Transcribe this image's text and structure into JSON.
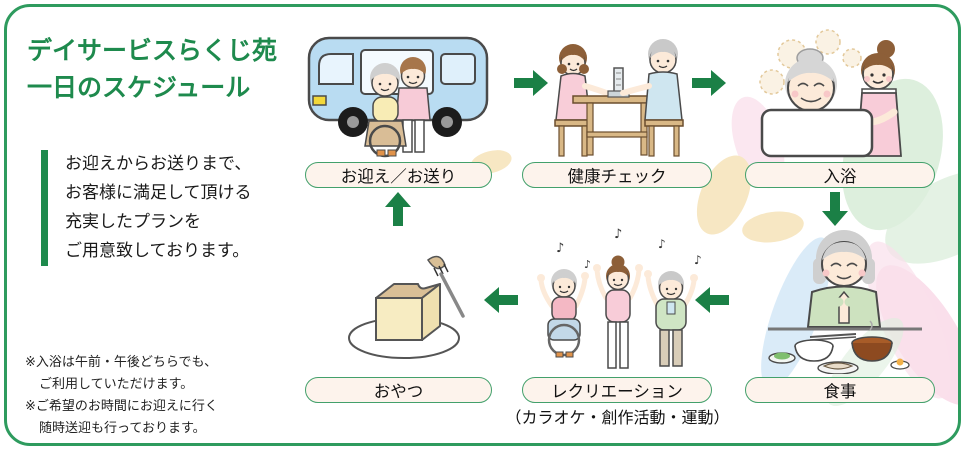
{
  "card": {
    "border_color": "#2e9b5e",
    "background": "#ffffff"
  },
  "header": {
    "title_line1": "デイサービスらくじ苑",
    "title_line2": "一日のスケジュール",
    "color": "#1e8a4d"
  },
  "intro": {
    "lines": [
      "お迎えからお送りまで、",
      "お客様に満足して頂ける",
      "充実したプランを",
      "ご用意致しております。"
    ]
  },
  "notes": {
    "lines": [
      "※入浴は午前・午後どちらでも、",
      "ご利用していただけます。",
      "※ご希望のお時間にお迎えに行く",
      "随時送迎も行っております。"
    ]
  },
  "steps": [
    {
      "label": "お迎え／お送り",
      "icon": "bus-pickup-illustration"
    },
    {
      "label": "健康チェック",
      "icon": "health-check-illustration"
    },
    {
      "label": "入浴",
      "icon": "bath-illustration"
    },
    {
      "label": "食事",
      "icon": "meal-illustration"
    },
    {
      "label": "レクリエーション",
      "caption": "（カラオケ・創作活動・運動）",
      "icon": "recreation-illustration"
    },
    {
      "label": "おやつ",
      "icon": "snack-illustration"
    }
  ],
  "flow": {
    "arrow_color": "#1b8046",
    "direction_sequence": [
      "right",
      "right",
      "down",
      "left",
      "left",
      "up"
    ]
  },
  "misc": {
    "music_note": "♪"
  },
  "colors": {
    "pill_bg": "#fdf3ec",
    "pill_border": "#43a06b",
    "petal_green": "#ddefdd",
    "petal_pink": "#fadfeb",
    "petal_blue": "#d4e8f7",
    "petal_tan": "#f7e7c3"
  }
}
